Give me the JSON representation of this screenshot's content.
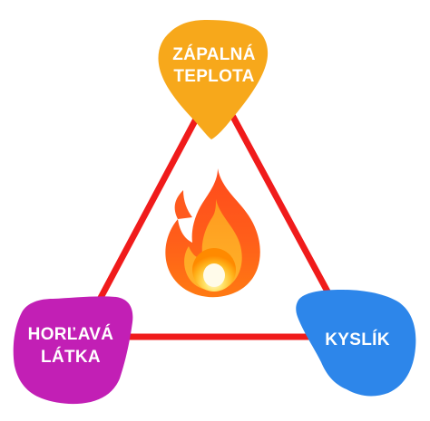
{
  "diagram": {
    "top_node": {
      "line1": "ZÁPALNÁ",
      "line2": "TEPLOTA",
      "color": "#F7A81B"
    },
    "left_node": {
      "line1": "HORĽAVÁ",
      "line2": "LÁTKA",
      "color": "#C21FB5"
    },
    "right_node": {
      "line1": "KYSLÍK",
      "color": "#2D86EA"
    },
    "triangle_color": "#F01B1B",
    "center_icon": "fire-emoji-icon"
  }
}
